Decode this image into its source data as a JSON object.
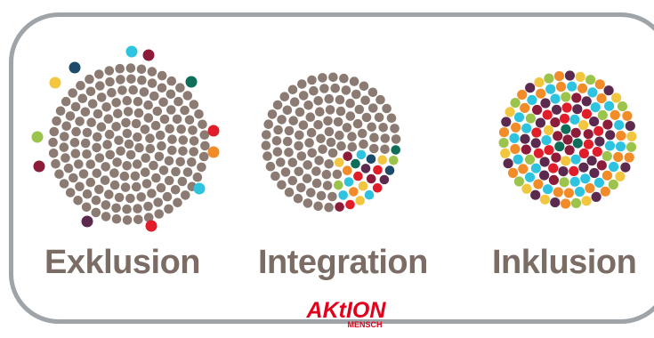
{
  "labels": {
    "exklusion": "Exklusion",
    "integration": "Integration",
    "inklusion": "Inklusion"
  },
  "logo": {
    "line1": "AKtION",
    "line2": "MENSCH"
  },
  "colors": {
    "border": "#9fa4a9",
    "text": "#7b6d66",
    "dot_grey": "#8b7b73",
    "red": "#e11d2a",
    "dark_red": "#8c1c3a",
    "yellow": "#f3c640",
    "orange": "#f28c28",
    "cyan": "#2ec4e0",
    "teal": "#0e6e5a",
    "green": "#9cc44c",
    "navy": "#1c4a6a",
    "plum": "#5c2a4e",
    "logo_red": "#e2001a"
  }
}
